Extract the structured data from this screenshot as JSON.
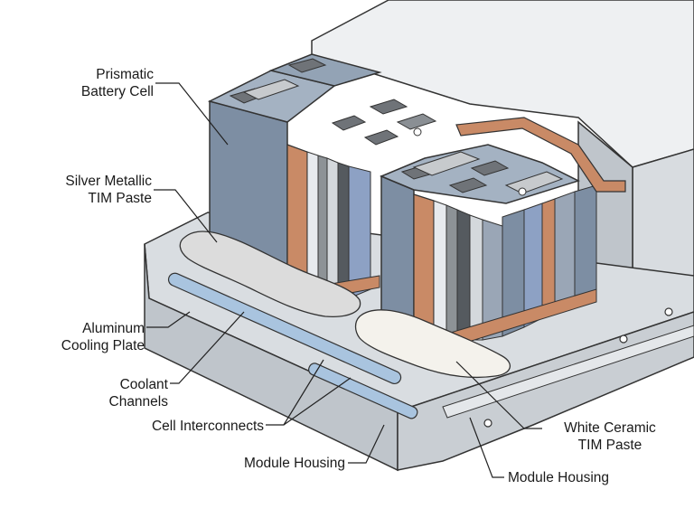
{
  "labels": {
    "prismatic_cell": [
      "Prismatic",
      "Battery Cell"
    ],
    "silver_tim": [
      "Silver Metallic",
      "TIM Paste"
    ],
    "aluminum_plate": [
      "Aluminum",
      "Cooling Plate"
    ],
    "coolant_channels": [
      "Coolant",
      "Channels"
    ],
    "cell_interconnects": "Cell Interconnects",
    "module_housing_left": "Module Housing",
    "white_tim": [
      "White Ceramic",
      "TIM Paste"
    ],
    "module_housing_right": "Module Housing"
  },
  "colors": {
    "cell_blue_gray": "#7d8ea3",
    "copper": "#c98a66",
    "housing_gray": "#c9ced3",
    "coolant_blue": "#a9c4df",
    "silver_paste": "#dcdcdc",
    "white_paste": "#f4f2ec"
  }
}
